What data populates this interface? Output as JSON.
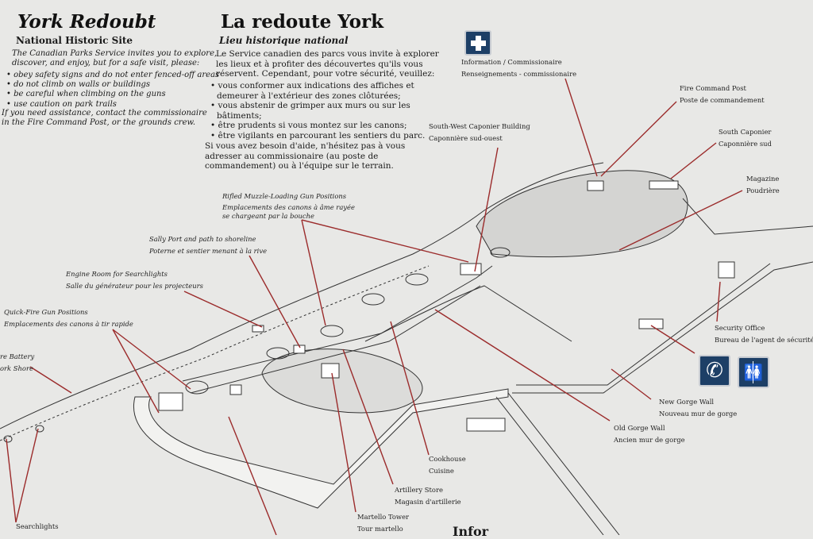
{
  "english": {
    "title": "York Redoubt",
    "subtitle": "National Historic Site",
    "intro": [
      "The Canadian Parks Service invites you to explore,",
      "discover, and enjoy, but for a safe visit, please:"
    ],
    "bullets": [
      "• obey safety signs and do not enter fenced-off areas",
      "• do not climb on walls or buildings",
      "• be careful when climbing on the guns",
      "• use caution on park trails"
    ],
    "closing": [
      "If you need assistance, contact the commissionaire",
      "in the Fire Command Post, or the grounds crew."
    ]
  },
  "french": {
    "title": "La redoute York",
    "subtitle": "Lieu historique national",
    "intro": [
      "Le Service canadien des parcs vous invite à explorer",
      "les lieux et à profiter des découvertes qu'ils vous",
      "réservent. Cependant, pour votre sécurité, veuillez:"
    ],
    "bullets": [
      "• vous conformer aux indications des affiches et",
      "demeurer à l'extérieur des zones clôturées;",
      "• vous abstenir de grimper aux murs ou sur les",
      "bâtiments;",
      "• être prudents si vous montez sur les canons;",
      "• être vigilants en parcourant les sentiers du parc."
    ],
    "closing": [
      "Si vous avez besoin d'aide, n'hésitez pas à vous",
      "adresser au commissionaire (au poste de",
      "commandement) ou à l'équipe sur le terrain."
    ]
  },
  "labels": {
    "information": [
      "Information / Commissionaire",
      "Renseignements - commissionaire"
    ],
    "fire_command": [
      "Fire Command Post",
      "Poste de commandement"
    ],
    "sw_caponier": [
      "South-West Caponier Building",
      "Caponnière sud-ouest"
    ],
    "south_caponier": [
      "South Caponier",
      "Caponnière sud"
    ],
    "magazine": [
      "Magazine",
      "Poudrière"
    ],
    "rifled": [
      "Rifled Muzzle-Loading Gun Positions",
      "Emplacements des canons à âme rayée",
      "se chargeant par la bouche"
    ],
    "sally_port": [
      "Sally Port and path to shoreline",
      "Poterne et sentier menant à la rive"
    ],
    "engine_room": [
      "Engine Room for Searchlights",
      "Salle du générateur pour les projecteurs"
    ],
    "quick_fire": [
      "Quick-Fire Gun Positions",
      "Emplacements des canons à tir rapide"
    ],
    "battery": [
      "re Battery",
      "ork Shore"
    ],
    "security": [
      "Security Office",
      "Bureau de l'agent de sécurité"
    ],
    "new_gorge": [
      "New Gorge Wall",
      "Nouveau mur de gorge"
    ],
    "old_gorge": [
      "Old Gorge Wall",
      "Ancien mur de gorge"
    ],
    "cookhouse": [
      "Cookhouse",
      "Cuisine"
    ],
    "artillery": [
      "Artillery Store",
      "Magasin d'artillerie"
    ],
    "martello": [
      "Martello Tower",
      "Tour martello"
    ],
    "searchlights": [
      "Searchlights"
    ],
    "info_partial": "Infor"
  },
  "icons": {
    "first_aid": "first-aid-cross-icon",
    "phone": "telephone-icon",
    "restroom": "restroom-icon"
  },
  "colors": {
    "background": "#e8e8e6",
    "leader_line": "#9b2b2b",
    "sign_blue": "#1d3f66"
  }
}
